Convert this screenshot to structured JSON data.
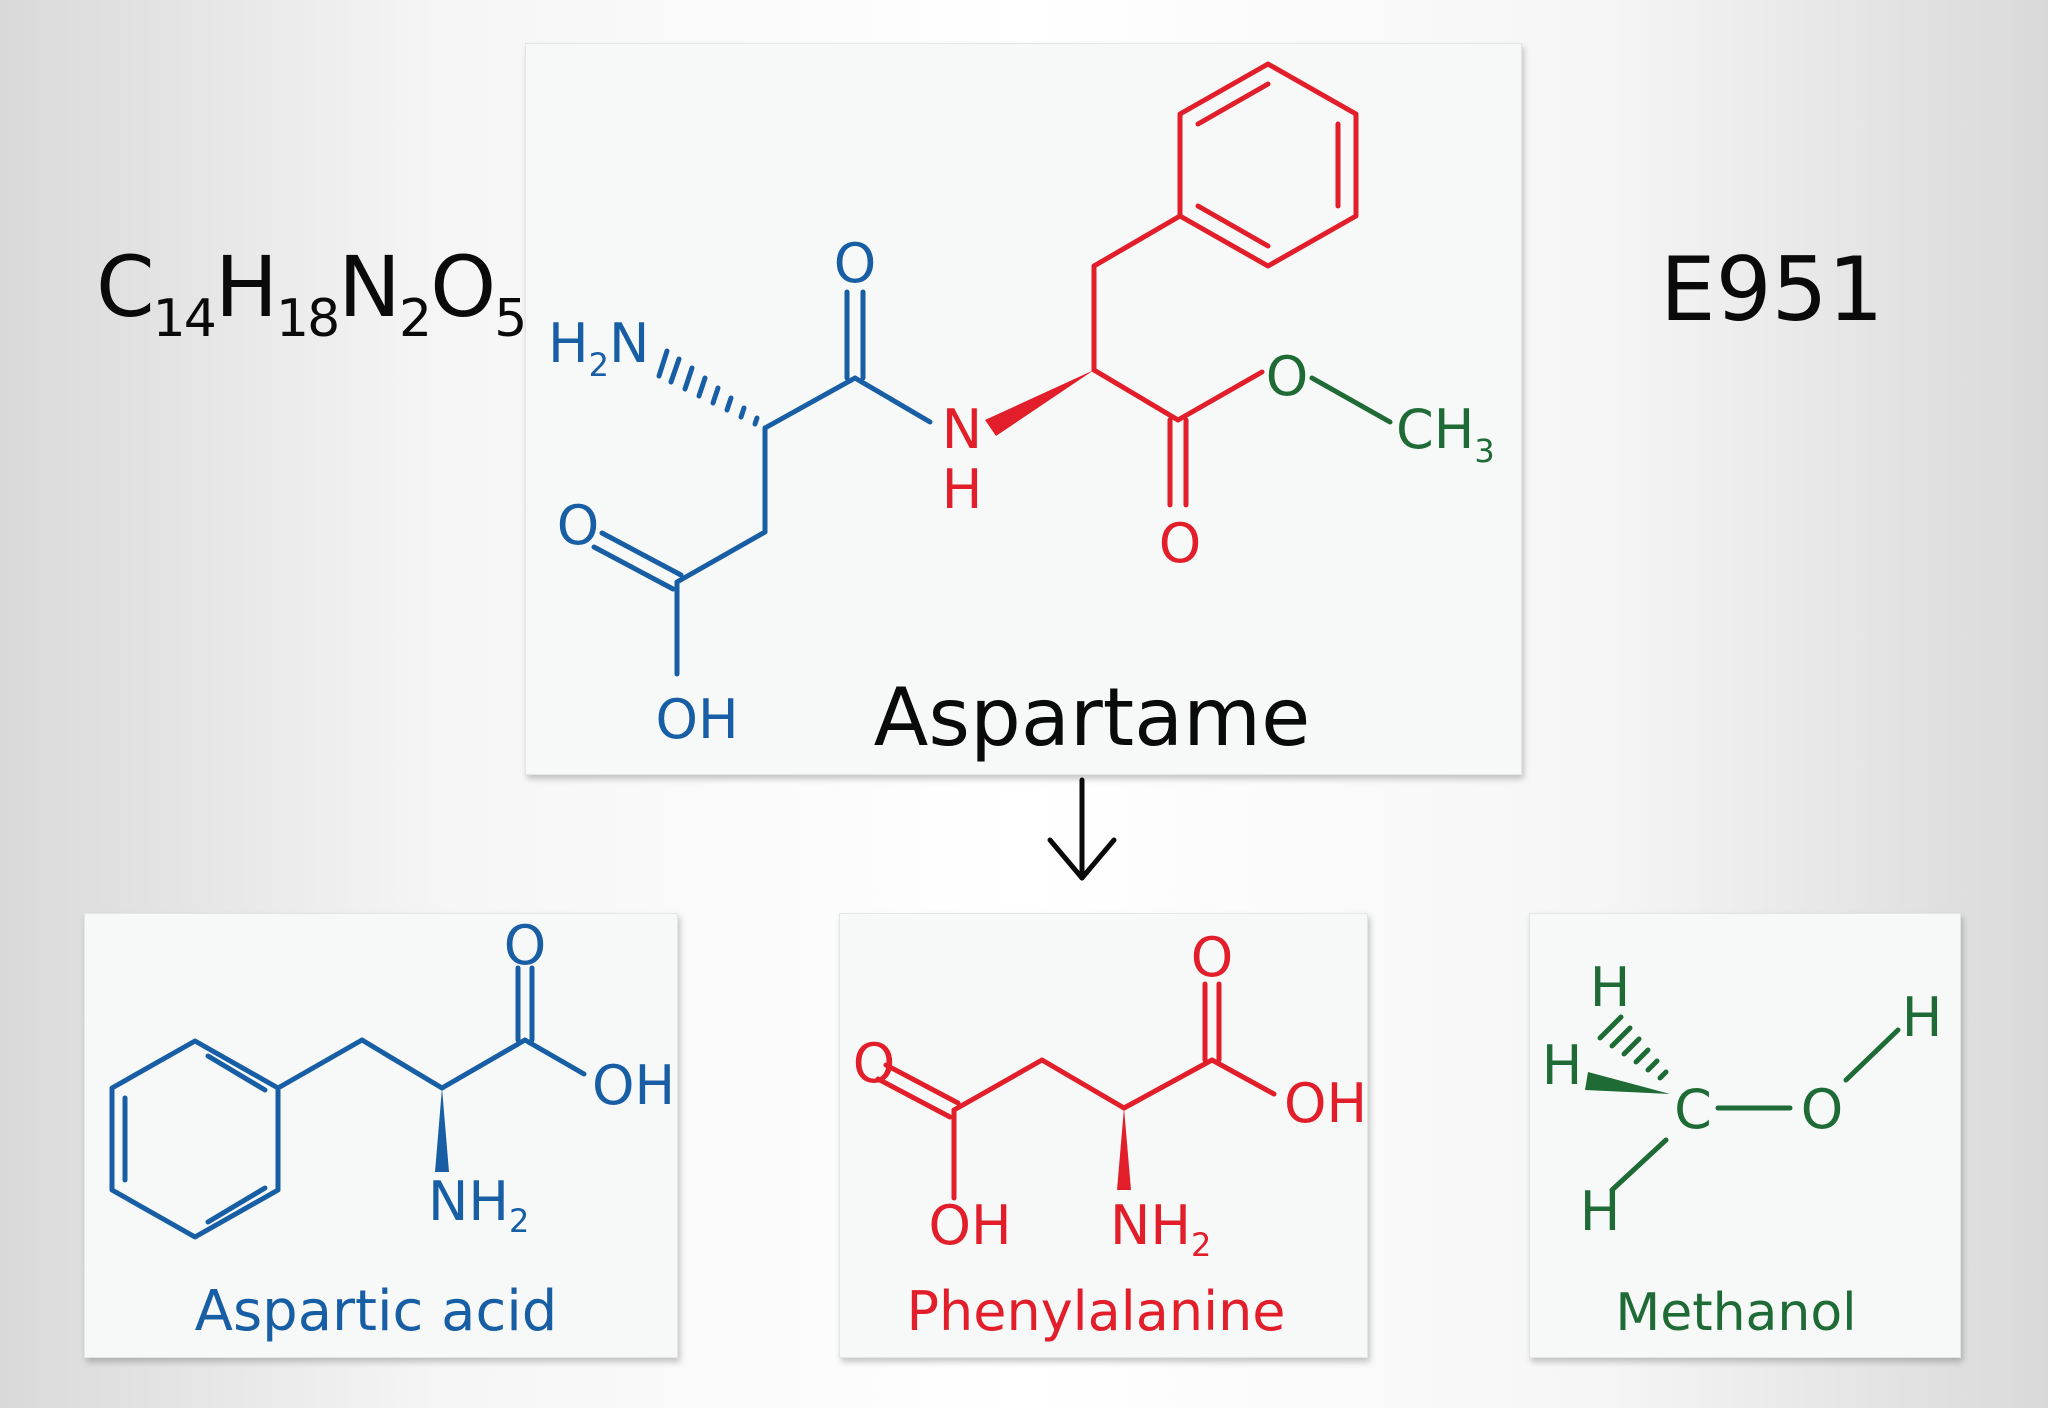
{
  "formula": {
    "C": "C",
    "c_count": "14",
    "H": "H",
    "h_count": "18",
    "N": "N",
    "n_count": "2",
    "O": "O",
    "o_count": "5"
  },
  "ecode": "E951",
  "colors": {
    "blue": "#185ea4",
    "red": "#e21e2a",
    "green": "#1f6b36",
    "black": "#0a0a0a"
  },
  "aspartame": {
    "name": "Aspartame",
    "h2n": "H",
    "h2n_sub": "2",
    "h2n_n": "N",
    "o_top": "O",
    "nh_n": "N",
    "nh_h": "H",
    "o_ester": "O",
    "ch3": "CH",
    "ch3_sub": "3",
    "o_carbonyl": "O",
    "o_acid": "O",
    "oh": "OH"
  },
  "aspartic": {
    "name": "Aspartic acid",
    "o": "O",
    "oh": "OH",
    "nh2": "NH",
    "nh2_sub": "2"
  },
  "phenylalanine": {
    "name": "Phenylalanine",
    "o_top": "O",
    "oh_right": "OH",
    "o_left": "O",
    "oh_left": "OH",
    "nh2": "NH",
    "nh2_sub": "2"
  },
  "methanol": {
    "name": "Methanol",
    "h_top": "H",
    "h_left": "H",
    "h_bottom": "H",
    "c": "C",
    "o": "O",
    "h_right": "H"
  }
}
